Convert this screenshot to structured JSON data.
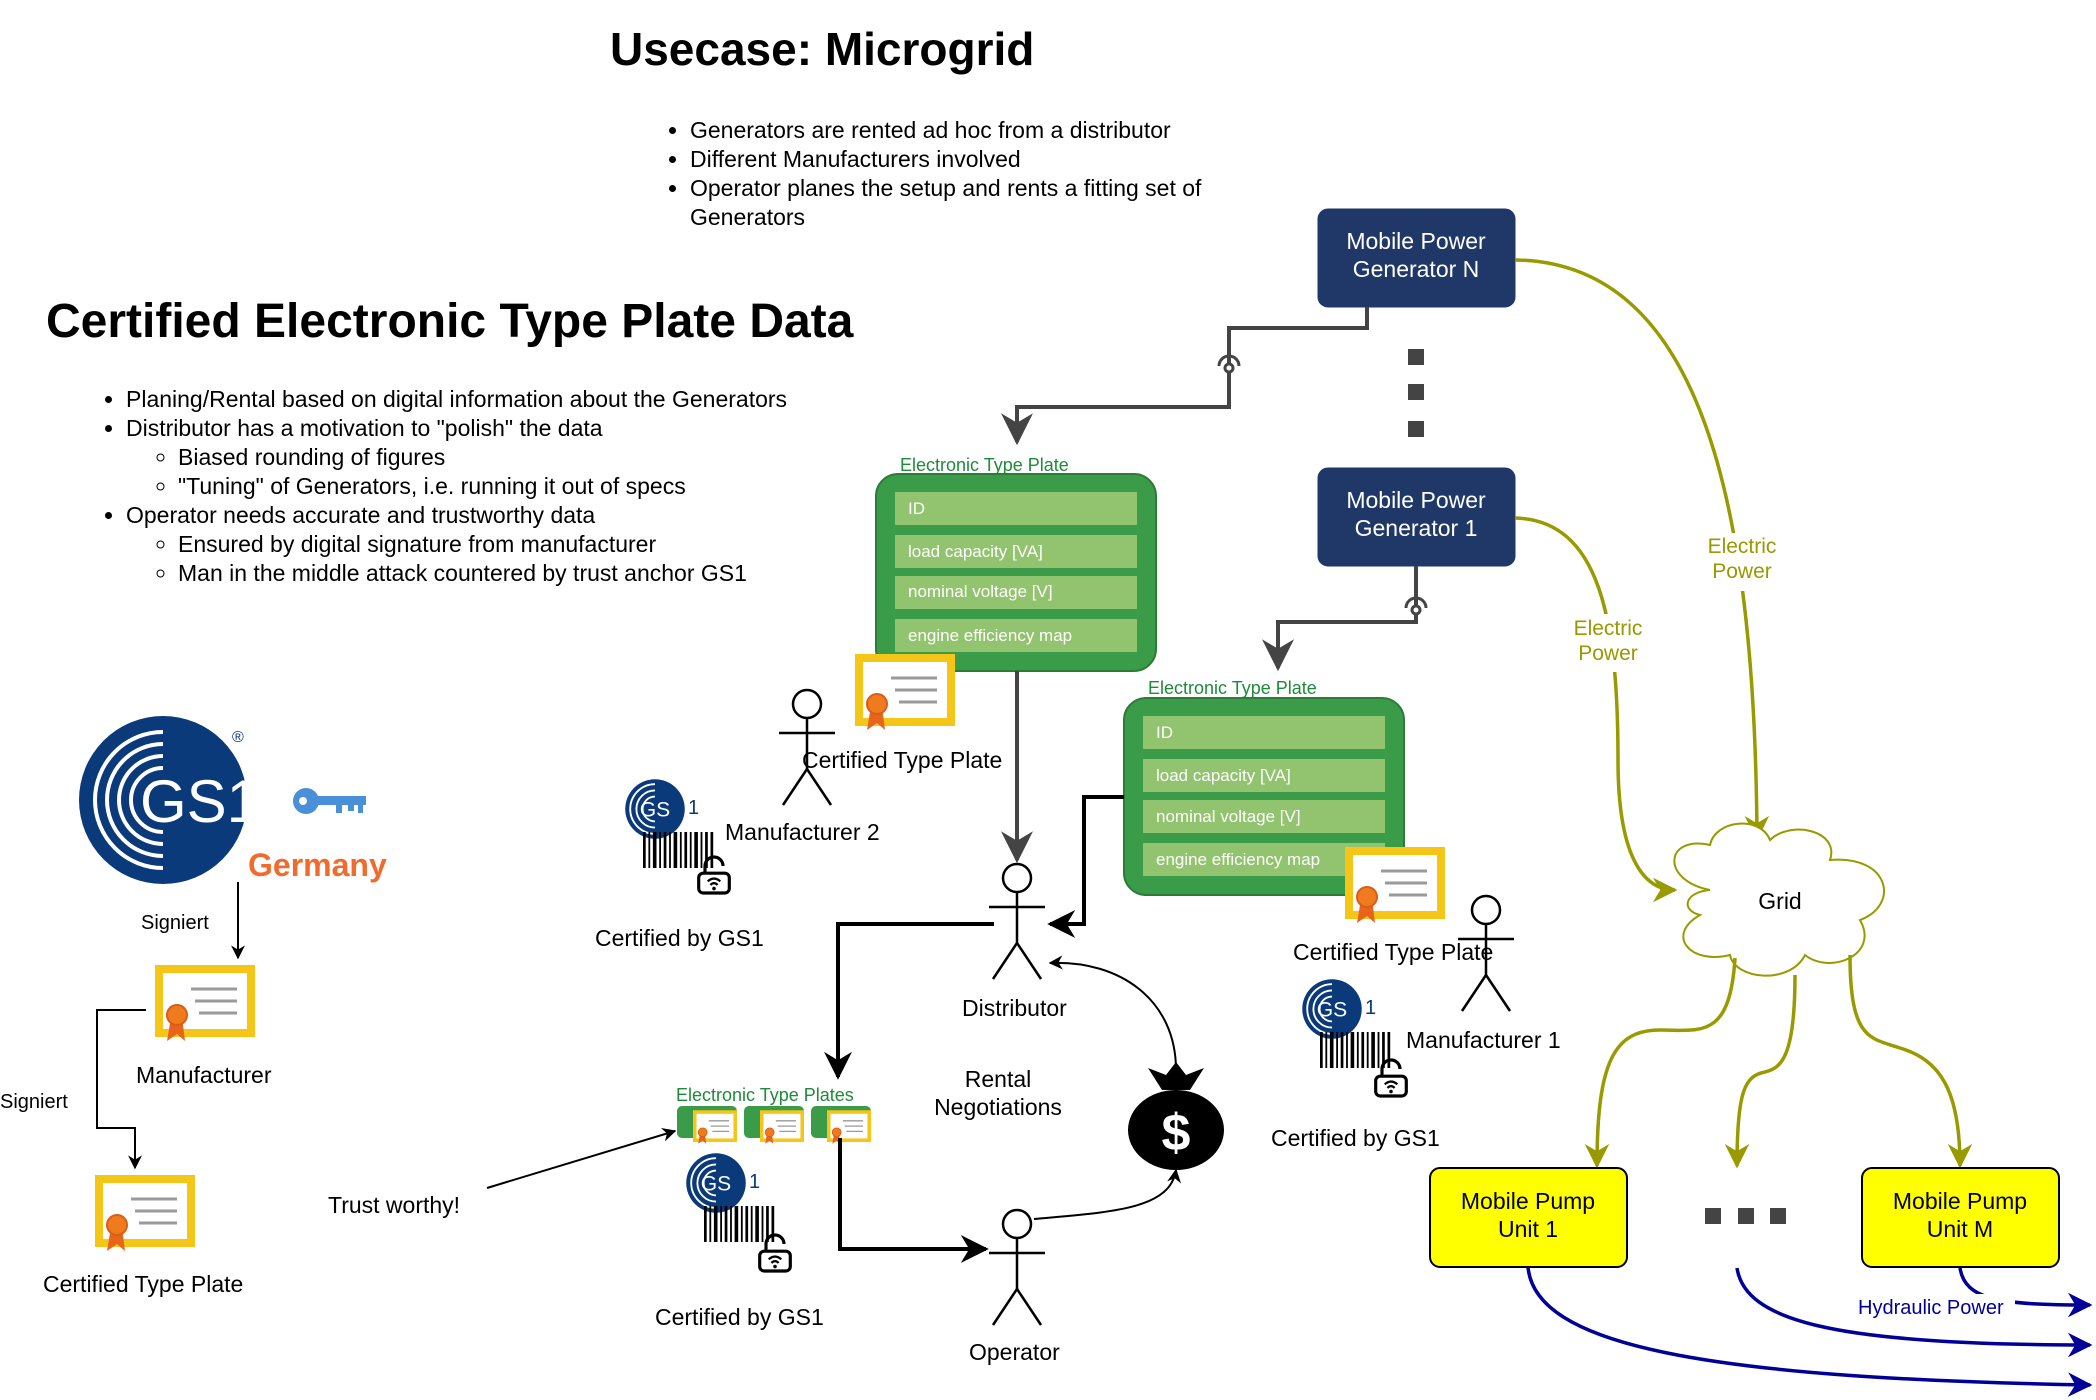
{
  "header": {
    "title": "Usecase: Microgrid",
    "bullets": [
      "Generators are rented ad hoc from a distributor",
      "Different Manufacturers involved",
      "Operator planes the setup and rents a fitting set of Generators"
    ]
  },
  "section": {
    "title": "Certified Electronic Type Plate Data",
    "b1": "Planing/Rental based on digital information about the Generators",
    "b2": "Distributor has a motivation to \"polish\" the data",
    "b2a": "Biased rounding of figures",
    "b2b": "\"Tuning\" of Generators, i.e. running it out of specs",
    "b3": "Operator needs accurate and trustworthy data",
    "b3a": "Ensured by digital signature from manufacturer",
    "b3b": "Man in the middle attack countered by trust anchor GS1"
  },
  "logo": {
    "brand": "GS1",
    "country": "Germany",
    "registered": "®"
  },
  "chain": {
    "signiert_1": "Signiert",
    "manufacturer": "Manufacturer",
    "signiert_2": "Signiert",
    "certified_type_plate": "Certified Type Plate"
  },
  "generators": {
    "gen_n_line1": "Mobile Power",
    "gen_n_line2": "Generator N",
    "gen_1_line1": "Mobile Power",
    "gen_1_line2": "Generator 1",
    "ellipsis": "⋮"
  },
  "plate_top": {
    "title": "Electronic Type Plate",
    "fields": [
      "ID",
      "load capacity [VA]",
      "nominal voltage [V]",
      "engine efficiency map"
    ],
    "cert_label": "Certified Type Plate"
  },
  "plate_right": {
    "title": "Electronic Type Plate",
    "fields": [
      "ID",
      "load capacity [VA]",
      "nominal voltage [V]",
      "engine efficiency map"
    ],
    "cert_label": "Certified Type Plate"
  },
  "actors": {
    "manufacturer2": "Manufacturer 2",
    "manufacturer1": "Manufacturer 1",
    "distributor": "Distributor",
    "operator": "Operator"
  },
  "gs1_badges": {
    "left": "Certified by GS1",
    "right": "Certified by GS1",
    "bottom": "Certified by GS1"
  },
  "plates_bundle": {
    "title": "Electronic Type Plates"
  },
  "negotiation": {
    "line1": "Rental",
    "line2": "Negotiations",
    "money_symbol": "$"
  },
  "trust": {
    "label": "Trust worthy!"
  },
  "grid": {
    "label": "Grid",
    "power_a_line1": "Electric",
    "power_a_line2": "Power",
    "power_b_line1": "Electric",
    "power_b_line2": "Power"
  },
  "pumps": {
    "pump1_line1": "Mobile Pump",
    "pump1_line2": "Unit 1",
    "pumpm_line1": "Mobile Pump",
    "pumpm_line2": "Unit M",
    "ellipsis": "■ ■ ■",
    "hydraulic": "Hydraulic Power"
  },
  "colors": {
    "navy": "#1f3868",
    "green_dark": "#3a9b48",
    "green_light": "#92c36e",
    "olive": "#999900",
    "yellow": "#ffff00",
    "hydraulic": "#000099",
    "cert_gold": "#f5c518",
    "gs1_blue": "#0a3a7a",
    "gs1_orange": "#f26b2e"
  }
}
